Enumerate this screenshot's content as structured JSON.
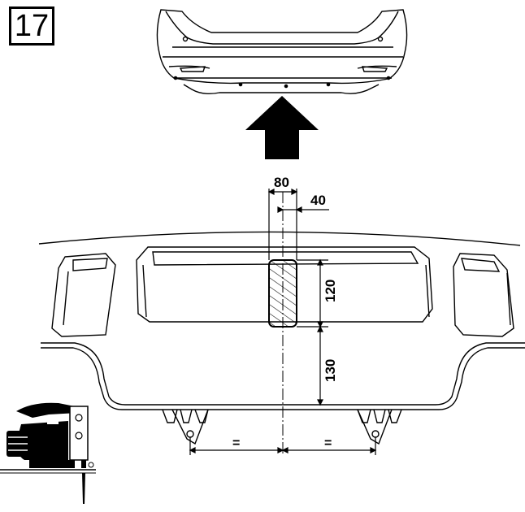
{
  "step": {
    "number": "17"
  },
  "dimensions": {
    "cutout_width": "80",
    "half_width": "40",
    "cutout_height": "120",
    "height_above_edge": "130",
    "equal_left": "=",
    "equal_right": "="
  },
  "icons": {
    "bumper": "rear-bumper-drawing",
    "arrow": "up-arrow",
    "tool": "jigsaw-icon"
  },
  "colors": {
    "line": "#000000",
    "background": "#ffffff"
  }
}
